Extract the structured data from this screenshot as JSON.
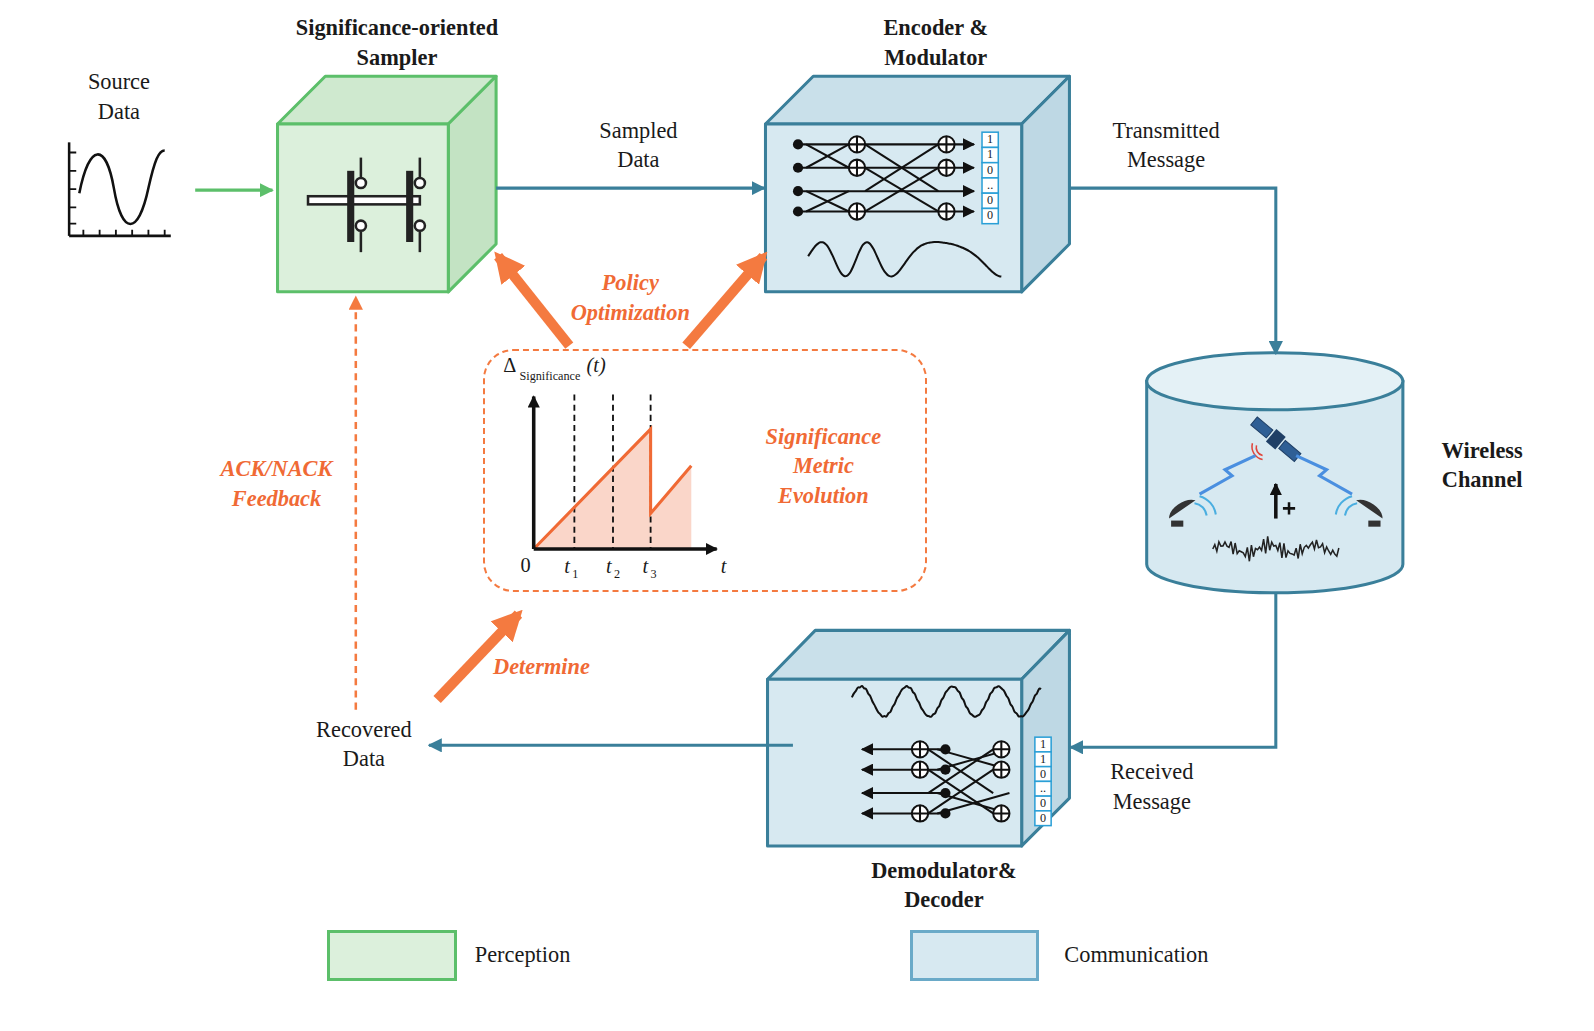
{
  "diagram": {
    "nodes": [
      {
        "text": [
          "Significance-oriented Sampler"
        ]
      },
      {
        "text": [
          "Encoder & Modulator"
        ]
      },
      {
        "text": [
          "Wireless Channel"
        ]
      },
      {
        "text": [
          "Demodulator& Decoder"
        ]
      },
      {
        "text": [
          "Significance Metric Evolution"
        ]
      }
    ],
    "edges": [
      {
        "from": 0,
        "to": 1,
        "arrow": "to",
        "label": "Sampled Data"
      },
      {
        "from": 1,
        "to": 2,
        "arrow": "to",
        "label": "Transmitted Message"
      },
      {
        "from": 2,
        "to": 3,
        "arrow": "to",
        "label": "Received Message"
      },
      {
        "from": 4,
        "to": 0,
        "arrow": "to"
      },
      {
        "from": 4,
        "to": 1,
        "arrow": "to"
      }
    ],
    "labels": [
      "Source Data",
      "Policy Optimization",
      "Δ",
      "Significance",
      "(t)",
      "0",
      "t",
      "1",
      "t",
      "2",
      "t",
      "3",
      "t",
      "Determine",
      "ACK/NACK Feedback",
      "Recovered Data",
      "1",
      "1",
      "0",
      "..",
      "0",
      "0",
      "1",
      "1",
      "0",
      "..",
      "0",
      "0"
    ],
    "legend": [
      {
        "text": "Perception",
        "color": "#dcf0dc"
      },
      {
        "text": "Communication",
        "color": "#d7e9f1"
      }
    ]
  }
}
